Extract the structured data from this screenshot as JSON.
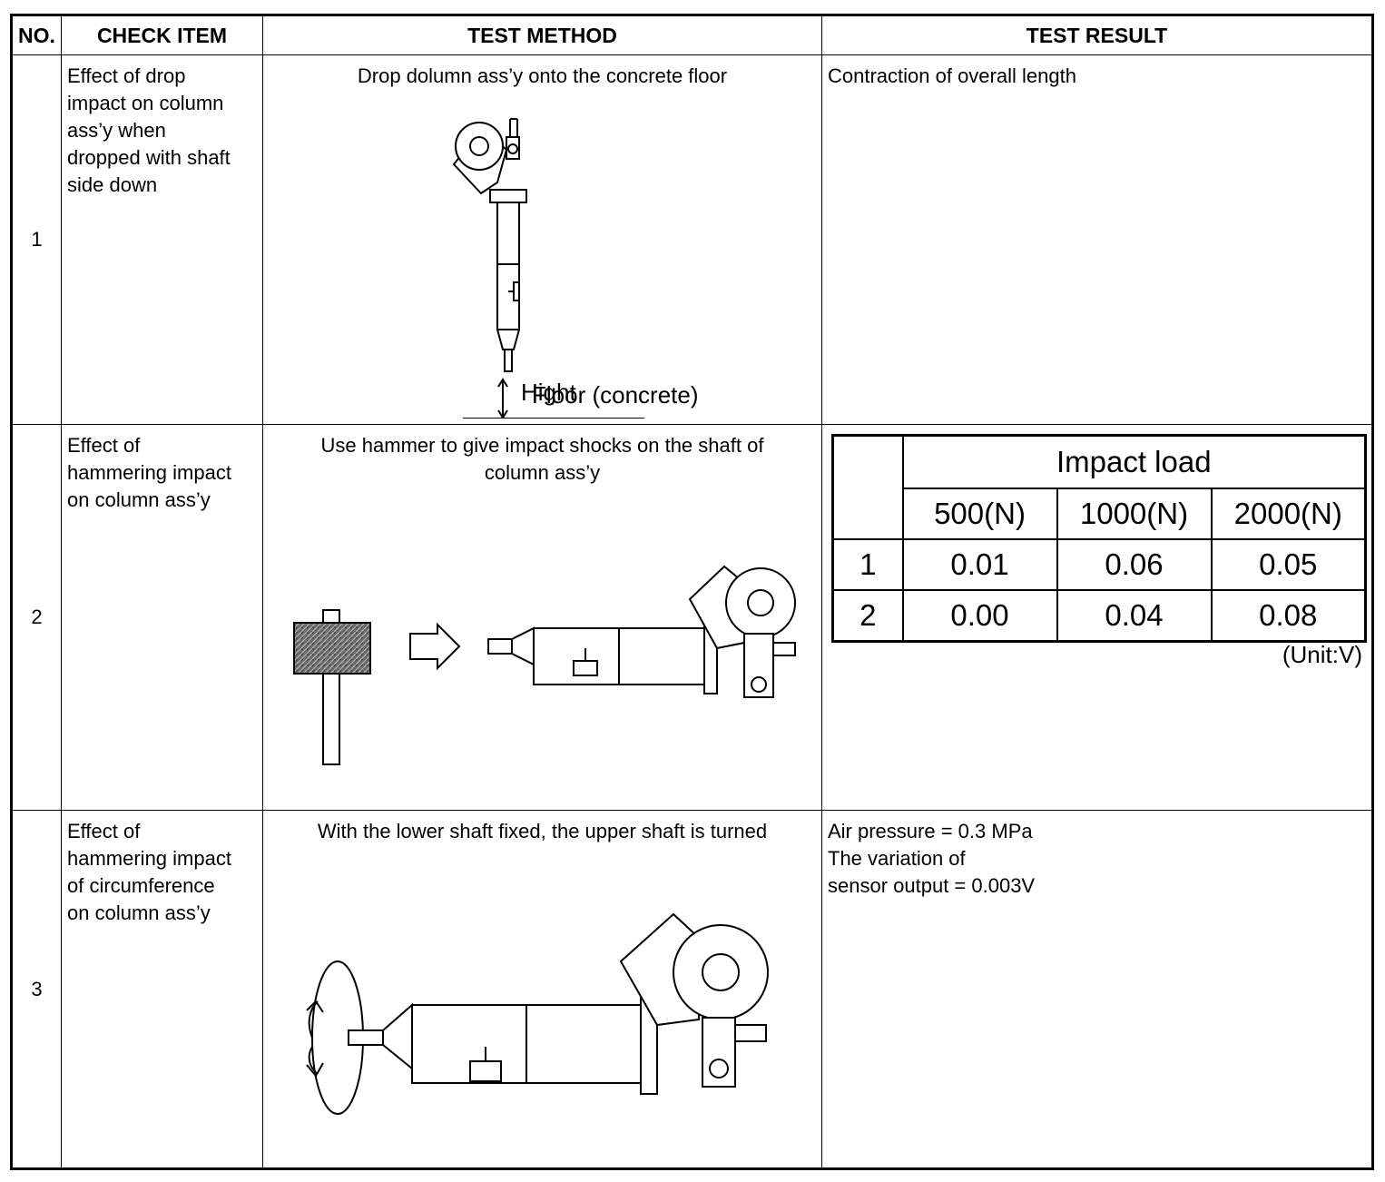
{
  "headers": {
    "no": "NO.",
    "check_item": "CHECK ITEM",
    "test_method": "TEST METHOD",
    "test_result": "TEST RESULT"
  },
  "rows": [
    {
      "no": "1",
      "check_item": [
        "Effect of drop",
        "impact on column",
        "ass’y when",
        "dropped with shaft",
        "side down"
      ],
      "test_method": "Drop dolumn ass’y onto the concrete floor",
      "figure_labels": {
        "height": "Hight",
        "floor": "Floor (concrete)"
      },
      "test_result": [
        "Contraction of overall length"
      ]
    },
    {
      "no": "2",
      "check_item": [
        "Effect of",
        "hammering impact",
        "on column ass’y"
      ],
      "test_method": [
        "Use hammer to give impact shocks on the shaft of",
        "column ass’y"
      ],
      "result_table": {
        "title": "Impact load",
        "columns": [
          "500(N)",
          "1000(N)",
          "2000(N)"
        ],
        "rows": [
          {
            "label": "1",
            "values": [
              "0.01",
              "0.06",
              "0.05"
            ]
          },
          {
            "label": "2",
            "values": [
              "0.00",
              "0.04",
              "0.08"
            ]
          }
        ],
        "unit": "(Unit:V)"
      }
    },
    {
      "no": "3",
      "check_item": [
        "Effect of",
        "hammering impact",
        "of circumference",
        "on column ass’y"
      ],
      "test_method": "With the lower shaft fixed, the upper shaft is turned",
      "test_result": [
        "Air pressure = 0.3 MPa",
        "The variation of",
        "sensor output = 0.003V"
      ]
    }
  ]
}
